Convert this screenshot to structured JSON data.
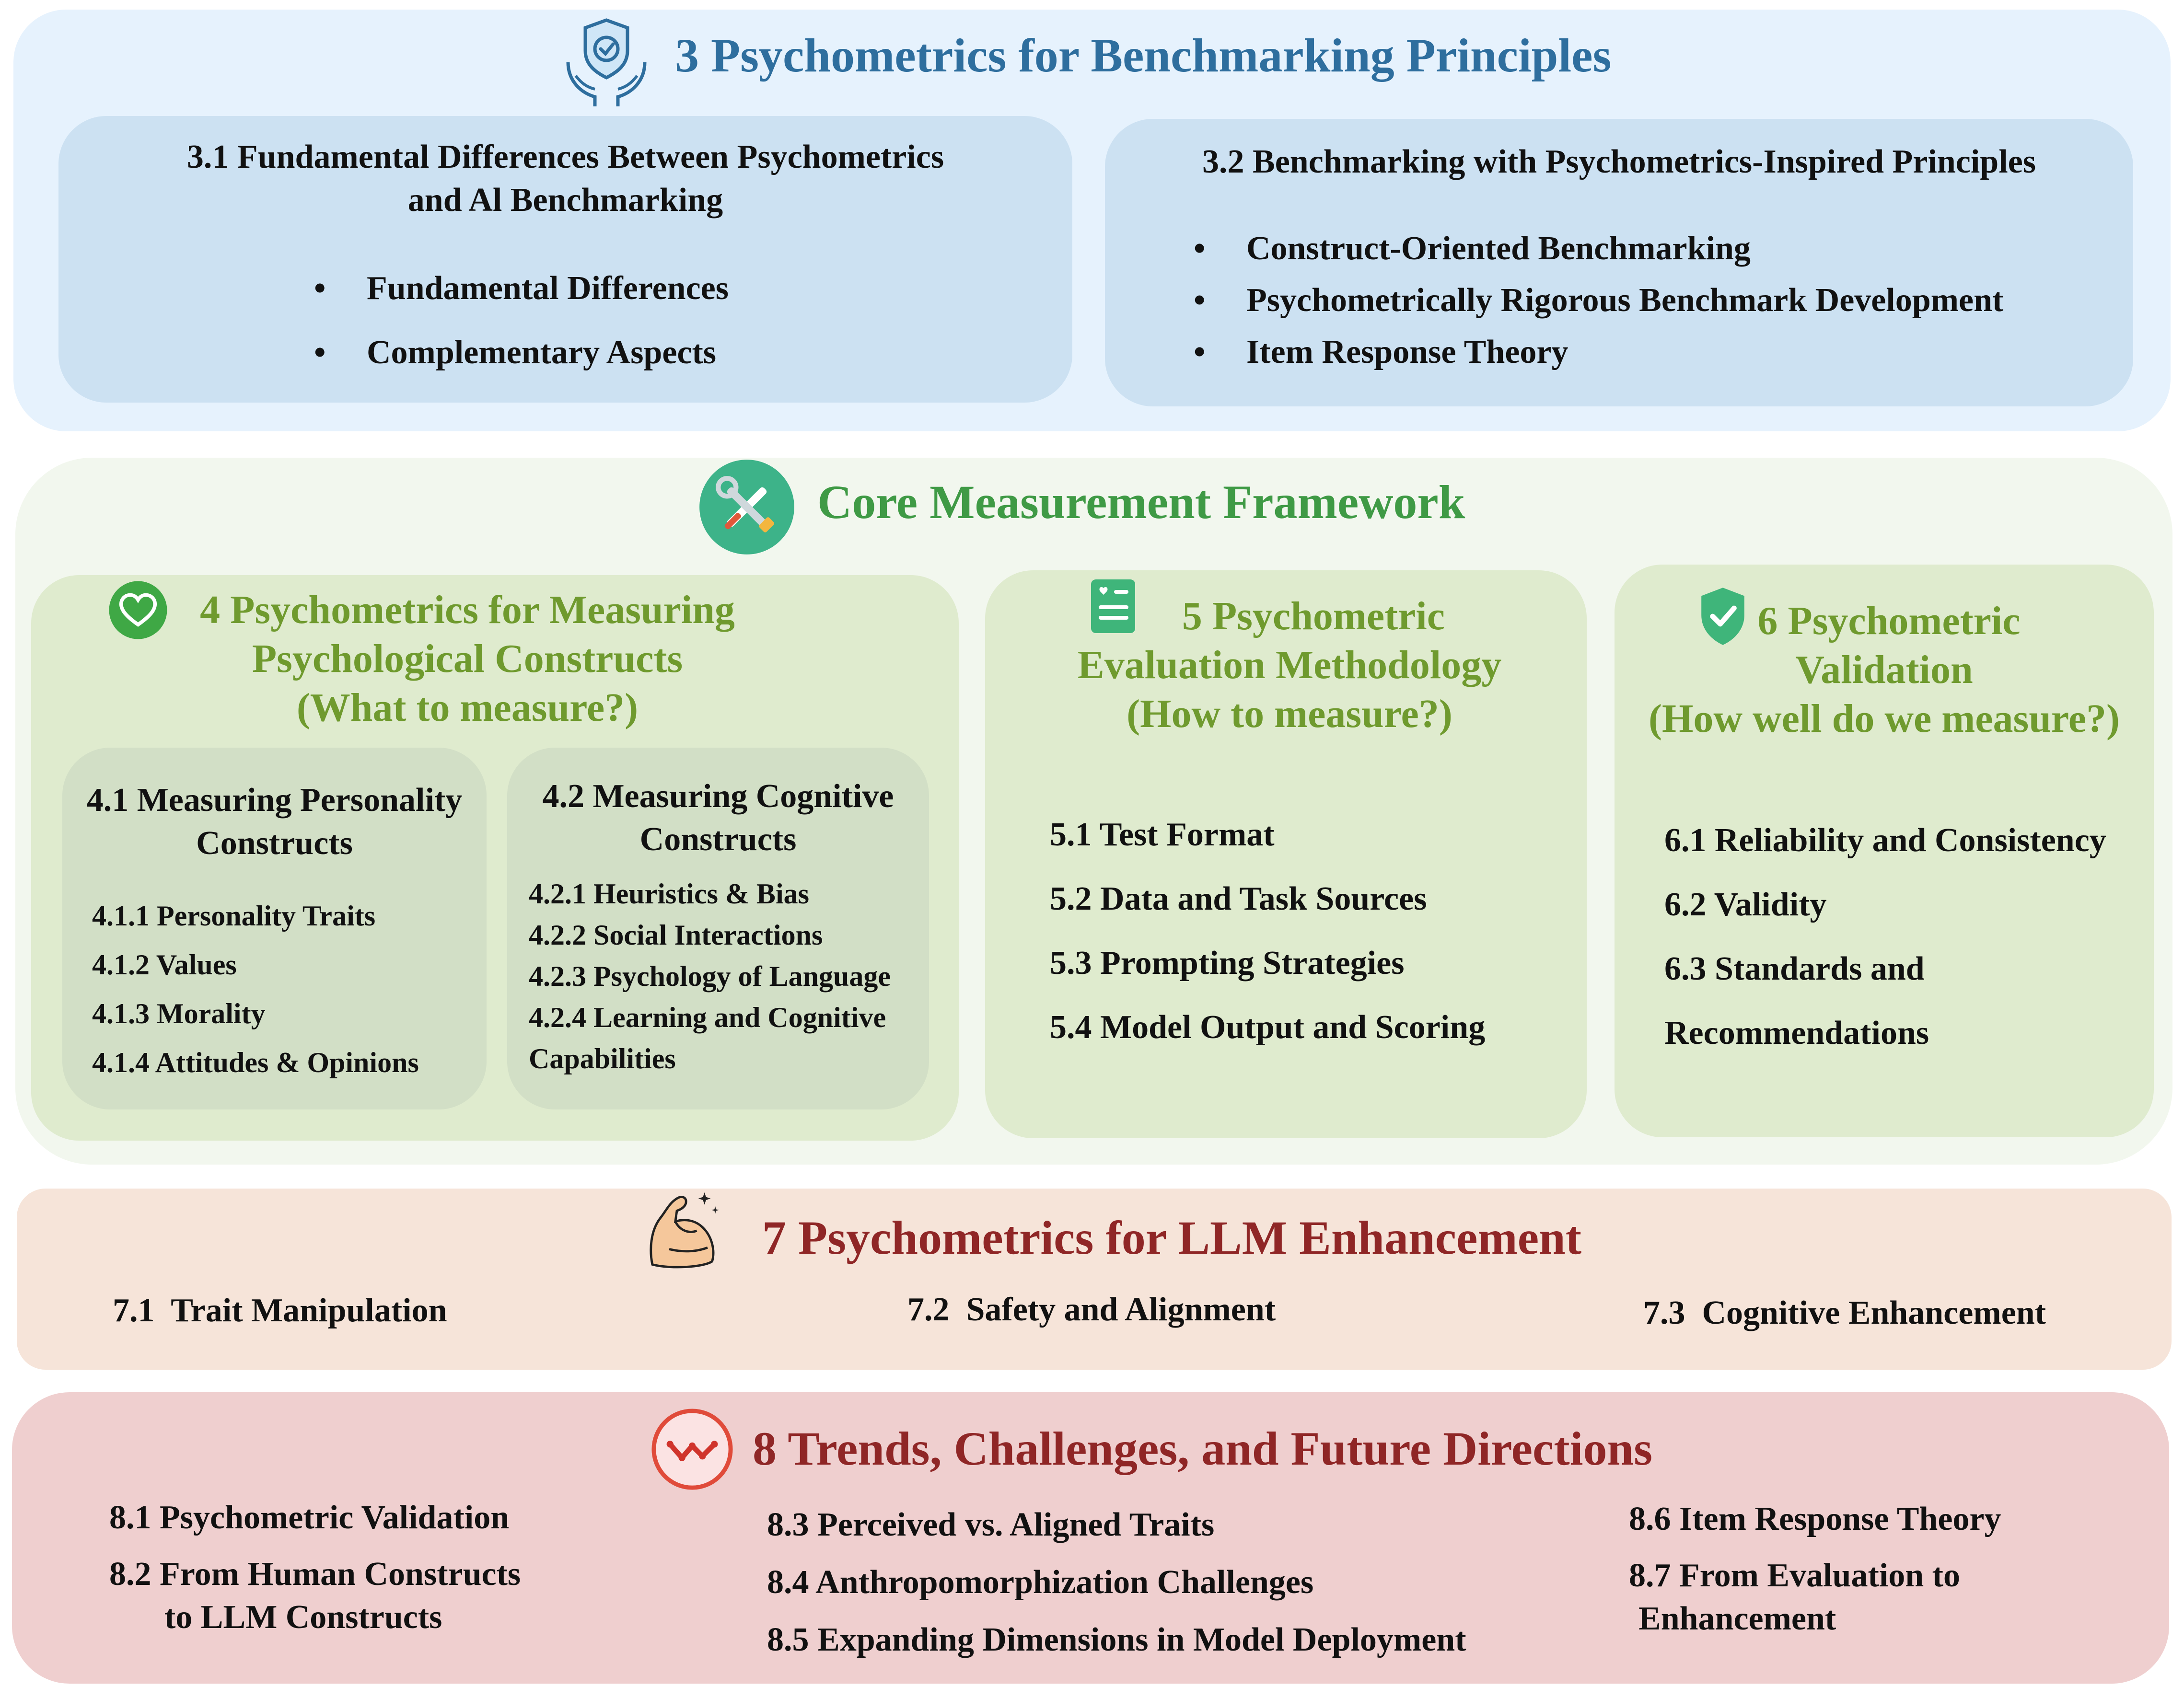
{
  "sec3": {
    "title": "3 Psychometrics for Benchmarking Principles",
    "icon": "shield-hands-icon",
    "sub1": {
      "title_line1": "3.1 Fundamental Differences Between Psychometrics",
      "title_line2": "and Al Benchmarking",
      "items": [
        "Fundamental Differences",
        "Complementary Aspects"
      ]
    },
    "sub2": {
      "title": "3.2 Benchmarking with Psychometrics-Inspired Principles",
      "items": [
        "Construct-Oriented Benchmarking",
        "Psychometrically Rigorous Benchmark Development",
        "Item Response Theory"
      ]
    }
  },
  "core": {
    "title": "Core Measurement Framework",
    "icon": "tools-icon",
    "sec4": {
      "icon": "heart-icon",
      "title_line1": "4 Psychometrics for Measuring",
      "title_line2": "Psychological Constructs",
      "title_line3": "(What to measure?)",
      "sub41": {
        "title_line1": "4.1 Measuring Personality",
        "title_line2": "Constructs",
        "items": [
          "4.1.1 Personality Traits",
          "4.1.2 Values",
          "4.1.3 Morality",
          "4.1.4 Attitudes & Opinions"
        ]
      },
      "sub42": {
        "title_line1": "4.2 Measuring Cognitive",
        "title_line2": "Constructs",
        "items": [
          "4.2.1 Heuristics & Bias",
          "4.2.2 Social Interactions",
          "4.2.3 Psychology of Language",
          "4.2.4 Learning and Cognitive",
          "Capabilities"
        ]
      }
    },
    "sec5": {
      "icon": "checklist-icon",
      "title_line1": "5 Psychometric",
      "title_line2": "Evaluation Methodology",
      "title_line3": "(How to measure?)",
      "items": [
        "5.1 Test Format",
        "5.2 Data and Task Sources",
        "5.3 Prompting Strategies",
        "5.4 Model Output and Scoring"
      ]
    },
    "sec6": {
      "icon": "shield-check-icon",
      "title_line1": "6 Psychometric",
      "title_line2": "Validation",
      "title_line3": "(How well do we measure?)",
      "items": [
        "6.1 Reliability and Consistency",
        "6.2 Validity",
        "6.3 Standards and",
        "Recommendations"
      ]
    }
  },
  "sec7": {
    "icon": "flexed-arm-icon",
    "title": "7 Psychometrics for LLM Enhancement",
    "items": [
      "7.1  Trait Manipulation",
      "7.2  Safety and Alignment",
      "7.3  Cognitive Enhancement"
    ]
  },
  "sec8": {
    "icon": "trend-line-icon",
    "title": "8 Trends, Challenges, and Future Directions",
    "col1": [
      "8.1 Psychometric Validation",
      "8.2 From Human Constructs",
      "to LLM Constructs"
    ],
    "col2": [
      "8.3 Perceived vs. Aligned Traits",
      "8.4 Anthropomorphization Challenges",
      "8.5 Expanding Dimensions in Model Deployment"
    ],
    "col3": [
      "8.6 Item Response Theory",
      "8.7 From Evaluation to",
      "Enhancement"
    ]
  },
  "colors": {
    "sec3_panel": "#e6f2fd",
    "sec3_box": "#cce1f2",
    "core_panel": "#f2f7ee",
    "core_box": "#dfebce",
    "inner_box": "#d2dfc6",
    "sec7_panel": "#f6e4d9",
    "sec8_panel": "#efcfcf",
    "blue_title": "#2e6e9e",
    "green_title": "#3f9a45",
    "olive_title": "#6f9a2e",
    "red_title": "#8f2626"
  }
}
